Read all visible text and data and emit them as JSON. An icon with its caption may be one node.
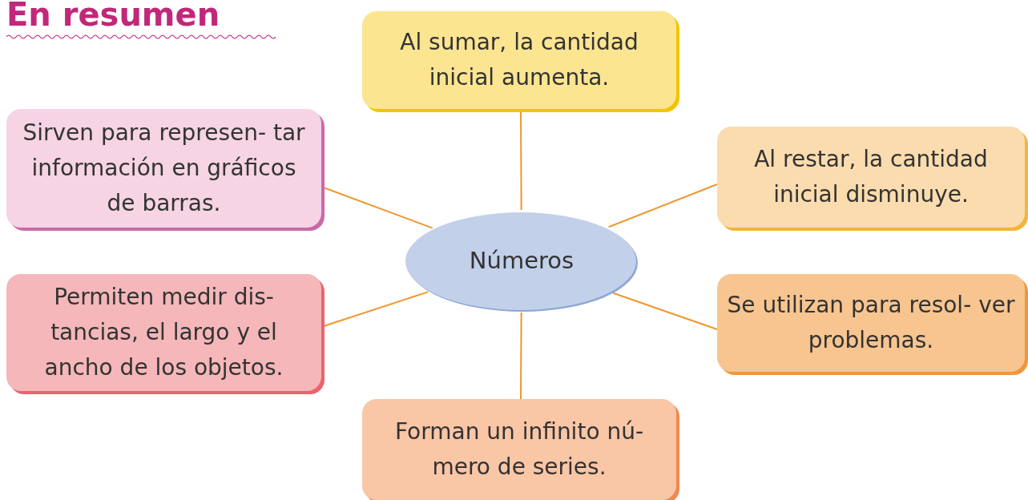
{
  "diagram": {
    "title": "En resumen",
    "nodes": [
      {
        "text": [
          "Números"
        ]
      },
      {
        "text": [
          "Al sumar, la cantidad inicial aumenta."
        ]
      },
      {
        "text": [
          "Al restar, la cantidad inicial disminuye."
        ]
      },
      {
        "text": [
          "Sirven para represen- tar información en gráficos de barras."
        ]
      },
      {
        "text": [
          "Permiten medir dis- tancias, el largo y el ancho de los objetos."
        ]
      },
      {
        "text": [
          "Se utilizan para resol- ver problemas."
        ]
      },
      {
        "text": [
          "Forman un infinito nú- mero de series."
        ]
      }
    ],
    "edges": [
      {
        "from": 0,
        "to": 1,
        "arrow": "none"
      },
      {
        "from": 0,
        "to": 2,
        "arrow": "none"
      },
      {
        "from": 0,
        "to": 3,
        "arrow": "none"
      },
      {
        "from": 0,
        "to": 4,
        "arrow": "none"
      },
      {
        "from": 0,
        "to": 5,
        "arrow": "none"
      },
      {
        "from": 0,
        "to": 6,
        "arrow": "none"
      }
    ]
  }
}
